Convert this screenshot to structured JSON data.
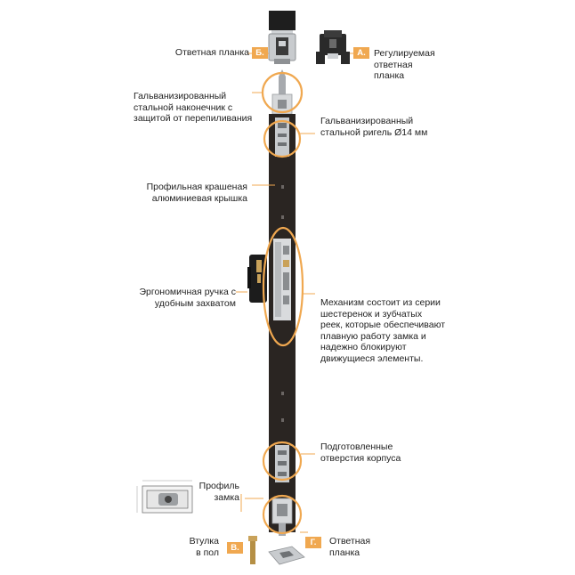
{
  "colors": {
    "accent": "#f0a850",
    "body": "#2a2522",
    "steel": "#b9bcc0",
    "brass": "#c9a25a"
  },
  "labels": {
    "strike_plate_top": "Ответная планка",
    "adjustable_strike": "Регулируемая\nответная\nпланка",
    "tip": "Гальванизированный\nстальной наконечник  с\nзащитой от перепиливания",
    "bolt": "Гальванизированный\nстальной ригель  Ø14 мм",
    "cover": "Профильная крашеная\nалюминиевая крышка",
    "handle": "Эргономичная ручка с\nудобным захватом",
    "mechanism": "Механизм состоит из серии\nшестеренок  и зубчатых\nреек, которые обеспечивают\nплавную работу замка и\nнадежно блокируют\nдвижущиеся элементы.",
    "holes": "Подготовленные\nотверстия корпуса",
    "profile": "Профиль\nзамка",
    "floor_sleeve": "Втулка\nв  пол",
    "strike_plate_bottom": "Ответная\nпланка"
  },
  "badges": {
    "b": "Б.",
    "a": "А.",
    "v": "В.",
    "g": "Г."
  },
  "icons": [
    "strike-plate-icon",
    "adjustable-strike-icon",
    "lock-body-icon",
    "handle-icon",
    "profile-drawing-icon",
    "floor-sleeve-icon",
    "floor-strike-icon"
  ]
}
